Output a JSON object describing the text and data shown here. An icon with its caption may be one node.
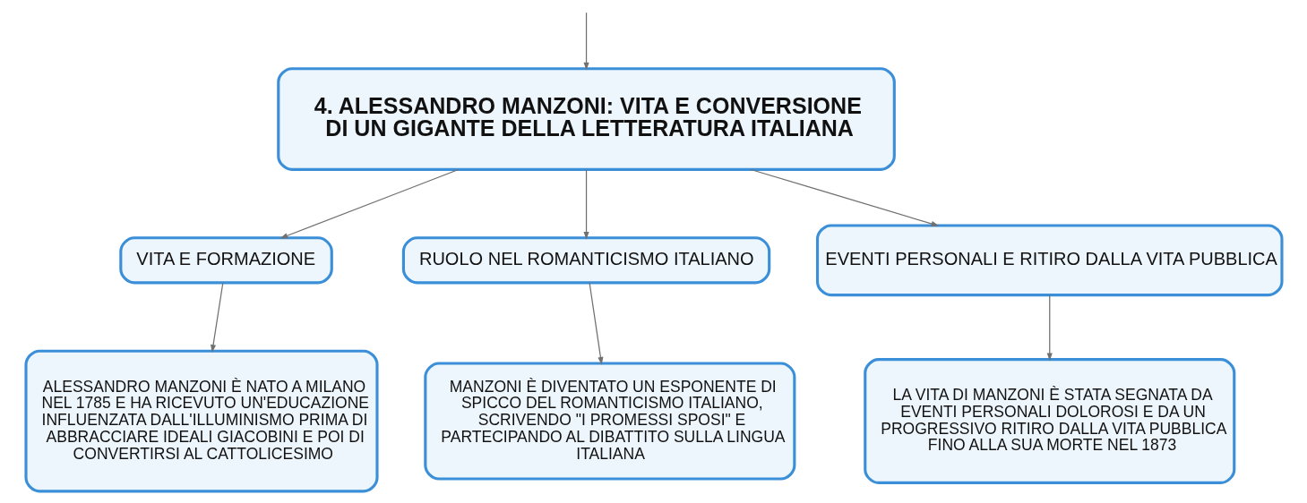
{
  "diagram": {
    "nodes": [
      {
        "text": [
          "4. ALESSANDRO MANZONI: VITA E CONVERSIONE DI UN GIGANTE DELLA LETTERATURA ITALIANA"
        ]
      },
      {
        "text": [
          "VITA E FORMAZIONE"
        ]
      },
      {
        "text": [
          "RUOLO NEL ROMANTICISMO ITALIANO"
        ]
      },
      {
        "text": [
          "EVENTI PERSONALI E RITIRO DALLA VITA PUBBLICA"
        ]
      },
      {
        "text": [
          "ALESSANDRO MANZONI È NATO A MILANO NEL 1785 E HA RICEVUTO UN'EDUCAZIONE INFLUENZATA DALL'ILLUMINISMO PRIMA DI ABBRACCIARE IDEALI GIACOBINI E POI DI CONVERTIRSI AL CATTOLICESIMO"
        ]
      },
      {
        "text": [
          "MANZONI È DIVENTATO UN ESPONENTE DI SPICCO DEL ROMANTICISMO ITALIANO, SCRIVENDO \"I PROMESSI SPOSI\" E PARTECIPANDO AL DIBATTITO SULLA LINGUA ITALIANA"
        ]
      },
      {
        "text": [
          "LA VITA DI MANZONI È STATA SEGNATA DA EVENTI PERSONALI DOLOROSI E DA UN PROGRESSIVO RITIRO DALLA VITA PUBBLICA FINO ALLA SUA MORTE NEL 1873"
        ]
      }
    ],
    "edges": [
      {
        "from": null,
        "to": 0,
        "arrow": "to"
      },
      {
        "from": 0,
        "to": 1,
        "arrow": "to"
      },
      {
        "from": 0,
        "to": 2,
        "arrow": "to"
      },
      {
        "from": 0,
        "to": 3,
        "arrow": "to"
      },
      {
        "from": 1,
        "to": 4,
        "arrow": "to"
      },
      {
        "from": 2,
        "to": 5,
        "arrow": "to"
      },
      {
        "from": 3,
        "to": 6,
        "arrow": "to"
      }
    ]
  }
}
